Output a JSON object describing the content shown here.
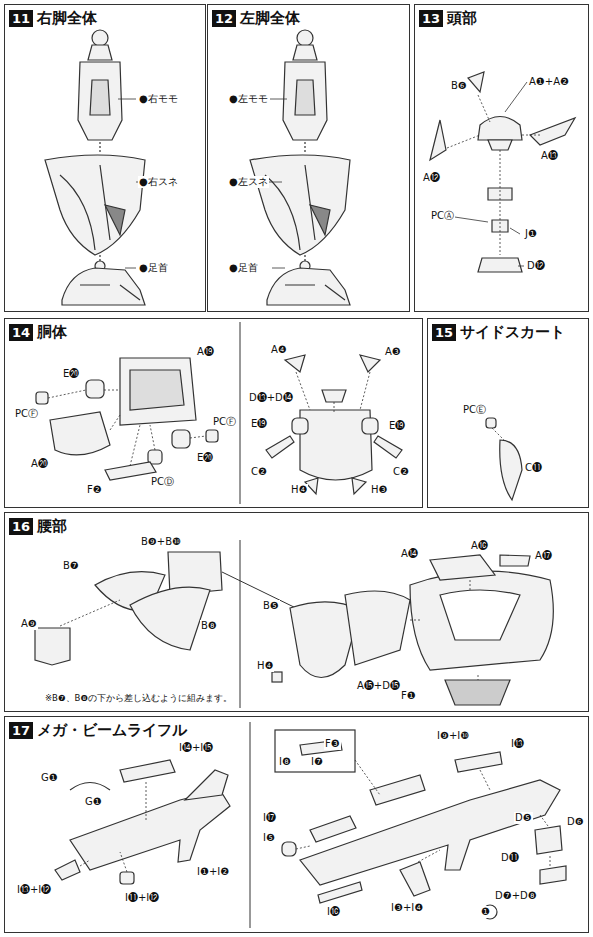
{
  "diagram": {
    "nodes": [
      {
        "text": [
          "11",
          "右脚全体"
        ]
      },
      {
        "text": [
          "12",
          "左脚全体"
        ]
      },
      {
        "text": [
          "13",
          "頭部"
        ]
      },
      {
        "text": [
          "14",
          "胴体"
        ]
      },
      {
        "text": [
          "15",
          "サイドスカート"
        ]
      },
      {
        "text": [
          "16",
          "腰部"
        ]
      },
      {
        "text": [
          "17",
          "メガ・ビームライフル"
        ]
      }
    ],
    "labels": [
      "●右モモ",
      "●右スネ",
      "●足首",
      "●左モモ",
      "●左スネ",
      "●足首",
      "B❻",
      "A❶+A❷",
      "A⓬",
      "PCⒶ",
      "J❶",
      "A⓭",
      "D⓬",
      "E⓴",
      "A⓳",
      "PCⒻ",
      "PCⒻ",
      "E⓴",
      "A⓴",
      "F❷",
      "PCⒹ",
      "A❹",
      "A❸",
      "D⓭+D⓮",
      "E⓳",
      "E⓳",
      "C❷",
      "C❷",
      "H❹",
      "H❸",
      "PCⒺ",
      "C⓫",
      "B❾+B❿",
      "B❼",
      "A❾",
      "B❽",
      "※B❼、B❽の下から差し込むように組みます。",
      "A⓱",
      "A⓮",
      "A⓰",
      "B❺",
      "H❹",
      "A⓯+D⓯",
      "F❶",
      "G❶",
      "G❶",
      "I⓮+I⓯",
      "I⓭+I⓬",
      "I❶+I❷",
      "I⓫+I⓬",
      "F❸",
      "I❽",
      "I❼",
      "I❾+I❿",
      "I⓭",
      "I⓱",
      "I❺",
      "I⓰",
      "I❸+I❹",
      "D❺",
      "D❻",
      "D⓫",
      "D❼+D❽",
      "❶"
    ]
  }
}
